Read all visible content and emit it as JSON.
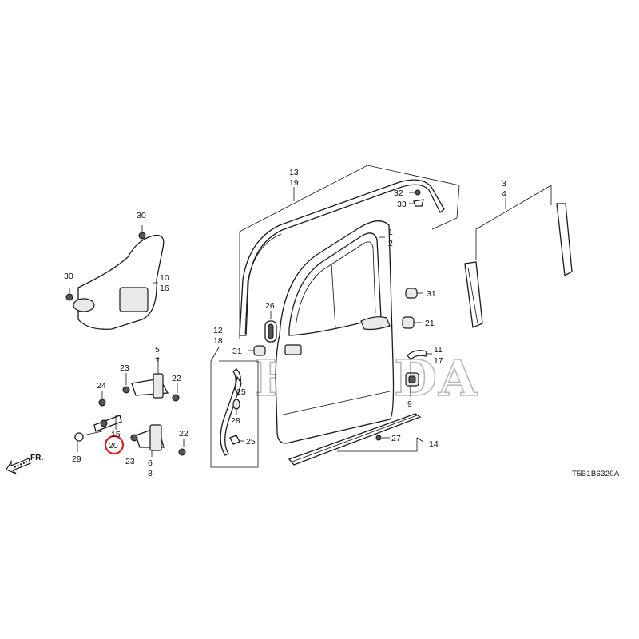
{
  "watermark": {
    "brand_text": "HONDA",
    "logo": "honda-h-logo"
  },
  "direction_indicator": {
    "label": "FR.",
    "icon": "front-arrow-icon"
  },
  "diagram_code": "T5B1B6320A",
  "highlight": {
    "part_number": "20",
    "color": "#d42020"
  },
  "callouts": {
    "c1": "1",
    "c2": "2",
    "c3": "3",
    "c4": "4",
    "c5": "5",
    "c6": "6",
    "c7": "7",
    "c8": "8",
    "c9": "9",
    "c10": "10",
    "c11": "11",
    "c12": "12",
    "c13": "13",
    "c14": "14",
    "c15": "15",
    "c16": "16",
    "c17": "17",
    "c18": "18",
    "c19": "19",
    "c20": "20",
    "c21": "21",
    "c22a": "22",
    "c22b": "22",
    "c23a": "23",
    "c23b": "23",
    "c24": "24",
    "c25a": "25",
    "c25b": "25",
    "c26": "26",
    "c27": "27",
    "c28": "28",
    "c29": "29",
    "c30a": "30",
    "c30b": "30",
    "c31a": "31",
    "c31b": "31",
    "c32": "32",
    "c33": "33"
  }
}
